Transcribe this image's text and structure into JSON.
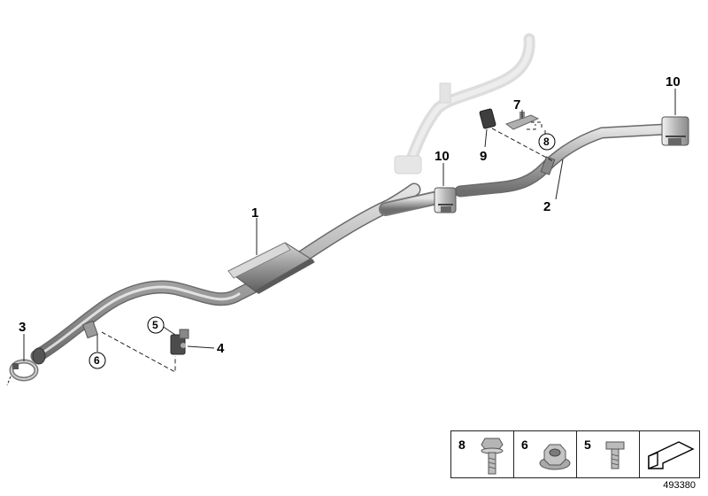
{
  "callouts": {
    "c1": "1",
    "c2": "2",
    "c3": "3",
    "c4": "4",
    "c5": "5",
    "c6": "6",
    "c7": "7",
    "c8": "8",
    "c9": "9",
    "c10a": "10",
    "c10b": "10"
  },
  "legend": {
    "items": [
      {
        "number": "8",
        "icon": "flange-bolt-icon"
      },
      {
        "number": "6",
        "icon": "hex-nut-icon"
      },
      {
        "number": "5",
        "icon": "screw-icon"
      }
    ],
    "arrow_icon": "cut-arrow-icon"
  },
  "reference_number": "493380"
}
